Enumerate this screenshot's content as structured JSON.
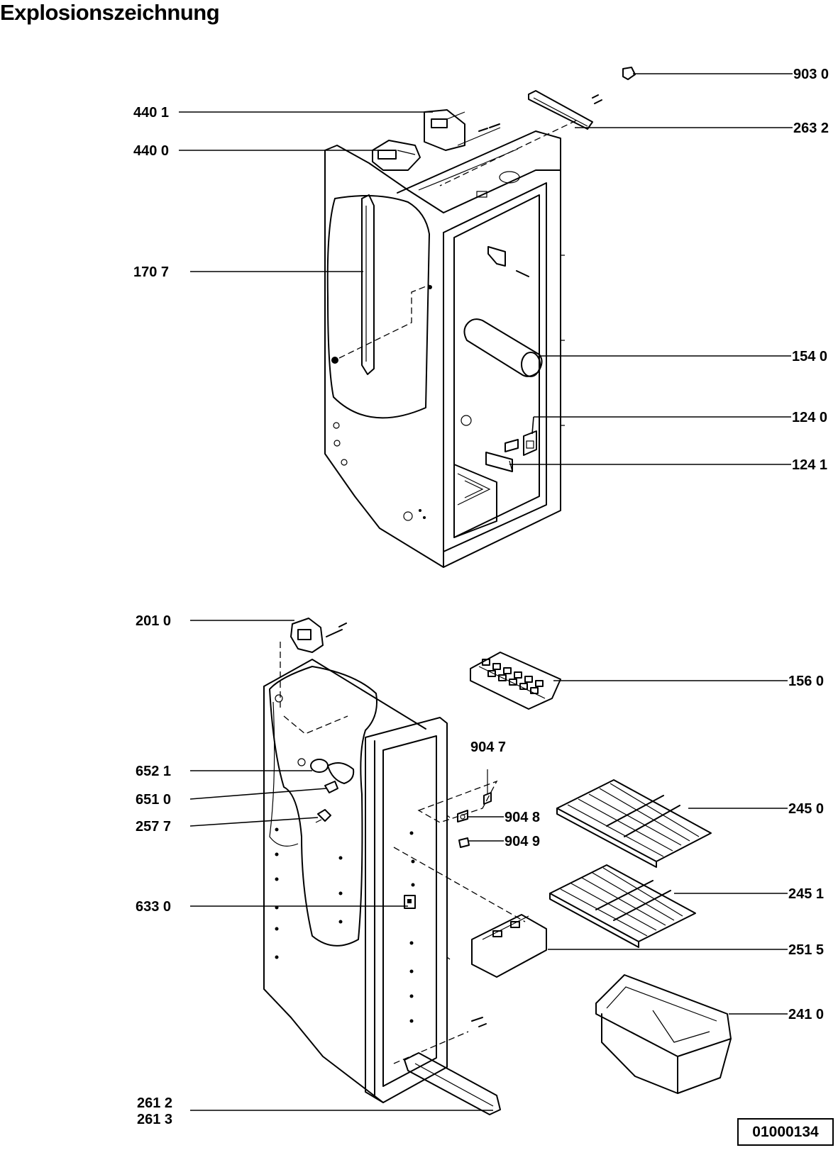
{
  "title": "Explosionszeichnung",
  "document_id": "01000134",
  "parts": {
    "p9030": "903 0",
    "p4401": "440 1",
    "p2632": "263 2",
    "p4400": "440 0",
    "p1707": "170 7",
    "p1540": "154 0",
    "p1240": "124 0",
    "p1241": "124 1",
    "p2010": "201 0",
    "p1560": "156 0",
    "p9047": "904 7",
    "p6521": "652 1",
    "p6510": "651 0",
    "p9048": "904 8",
    "p2450": "245 0",
    "p2577": "257 7",
    "p9049": "904 9",
    "p2451": "245 1",
    "p6330": "633 0",
    "p2515": "251 5",
    "p2410": "241 0",
    "p2612": "261 2",
    "p2613": "261 3"
  }
}
